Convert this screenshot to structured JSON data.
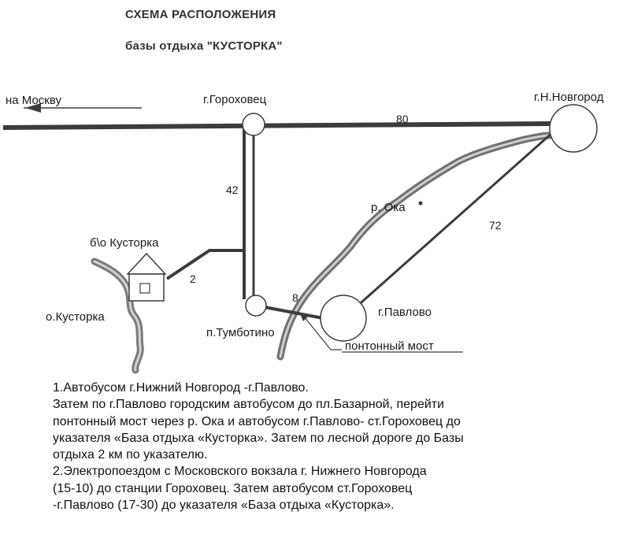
{
  "title": {
    "line1": "СХЕМА РАСПОЛОЖЕНИЯ",
    "line2": "базы отдыха \"КУСТОРКА\""
  },
  "labels": {
    "to_moscow": "на Москву",
    "gorokhovets": "г.Гороховец",
    "n_novgorod": "г.Н.Новгород",
    "river_oka": "р. Ока",
    "base": "б\\о Кусторка",
    "lake": "о.Кусторка",
    "tumbotino": "п.Тумботино",
    "pavlovo": "г.Павлово",
    "pontoon_bridge": "понтонный мост"
  },
  "distances": {
    "gorokhovets_novgorod": "80",
    "gorokhovets_tumbotino": "42",
    "novgorod_pavlovo": "72",
    "turnoff_base": "2",
    "tumbotino_pavlovo": "8"
  },
  "colors": {
    "road": "#3c3c3c",
    "river": "#777777",
    "text": "#1a1a1a"
  },
  "icons": {
    "arrow": "left-arrow-icon",
    "base": "house-icon"
  },
  "instructions": [
    "1.Автобусом г.Нижний Новгород -г.Павлово.",
    "Затем по г.Павлово городским автобусом до пл.Базарной, перейти",
    "понтонный мост через р. Ока и автобусом г.Павлово- ст.Гороховец до",
    "указателя «База отдыха «Кусторка». Затем по лесной дороге до Базы",
    "отдыха 2 км по указателю.",
    "2.Электропоездом с Московского вокзала г. Нижнего Новгорода",
    "(15-10) до станции Гороховец. Затем автобусом ст.Гороховец",
    "-г.Павлово (17-30) до указателя «База отдыха «Кусторка»."
  ]
}
